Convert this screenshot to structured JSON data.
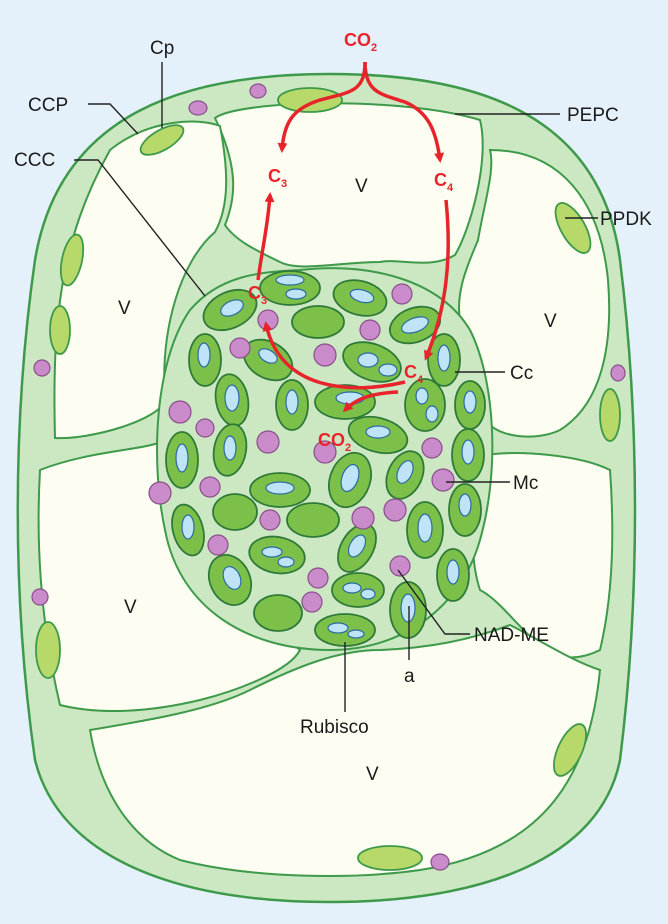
{
  "colors": {
    "background": "#e4f1fb",
    "cytoplasm": "#cbe8c3",
    "cell_outline": "#3e9a4a",
    "vacuole": "#fdfdf2",
    "chloroplast": "#7cc04a",
    "peripheral_chloroplast": "#b7d96a",
    "starch_grain": "#bfe3f7",
    "mitochondrion": "#c98bc9",
    "arrow": "#e8242b",
    "leader_line": "#222222"
  },
  "labels": {
    "cp": "Cp",
    "ccp": "CCP",
    "ccc": "CCC",
    "pepc": "PEPC",
    "ppdk": "PPDK",
    "cc": "Cc",
    "mc": "Mc",
    "nad_me": "NAD-ME",
    "a": "a",
    "rubisco": "Rubisco",
    "vacuole": "V"
  },
  "pathway": {
    "co2_top": {
      "base": "CO",
      "sub": "2"
    },
    "c3_upper": {
      "base": "C",
      "sub": "3"
    },
    "c4_upper": {
      "base": "C",
      "sub": "4"
    },
    "c3_lower": {
      "base": "C",
      "sub": "3"
    },
    "c4_lower": {
      "base": "C",
      "sub": "4"
    },
    "co2_bottom": {
      "base": "CO",
      "sub": "2"
    }
  }
}
